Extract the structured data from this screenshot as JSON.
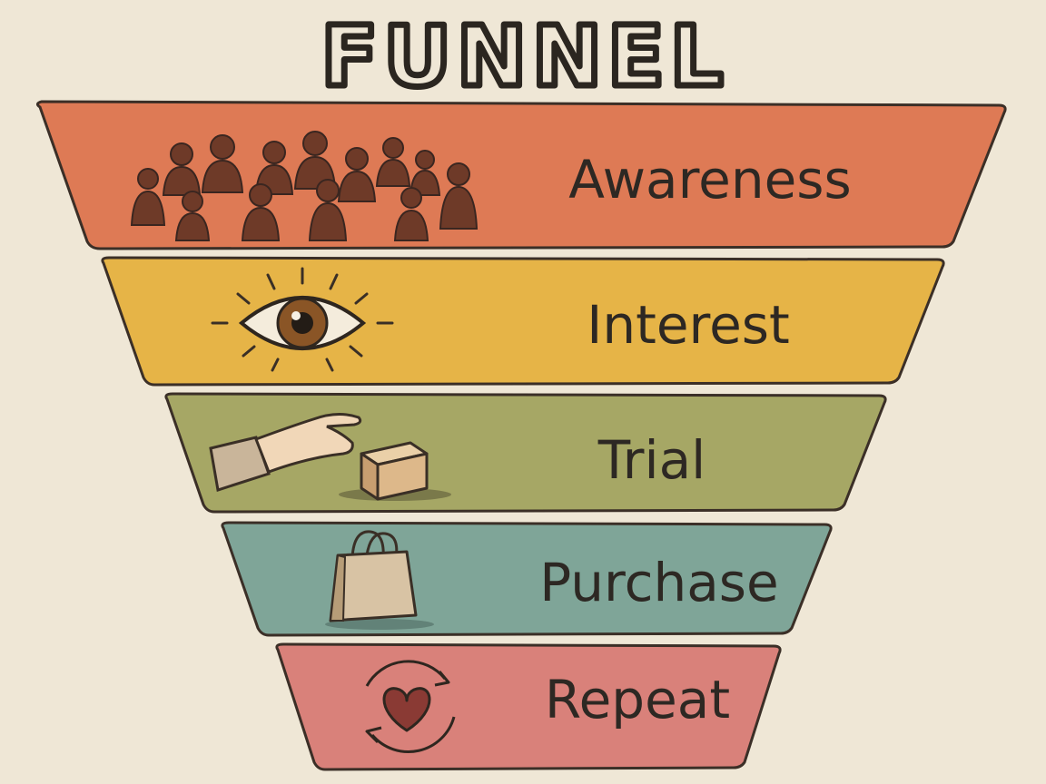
{
  "title": "FUNNEL",
  "stages": [
    {
      "label": "Awareness",
      "color": "#de7a55",
      "icon": "crowd-icon"
    },
    {
      "label": "Interest",
      "color": "#e6b447",
      "icon": "eye-icon"
    },
    {
      "label": "Trial",
      "color": "#a6a765",
      "icon": "hand-box-icon"
    },
    {
      "label": "Purchase",
      "color": "#7fa598",
      "icon": "shopping-bag-icon"
    },
    {
      "label": "Repeat",
      "color": "#d9817a",
      "icon": "heart-cycle-icon"
    }
  ]
}
